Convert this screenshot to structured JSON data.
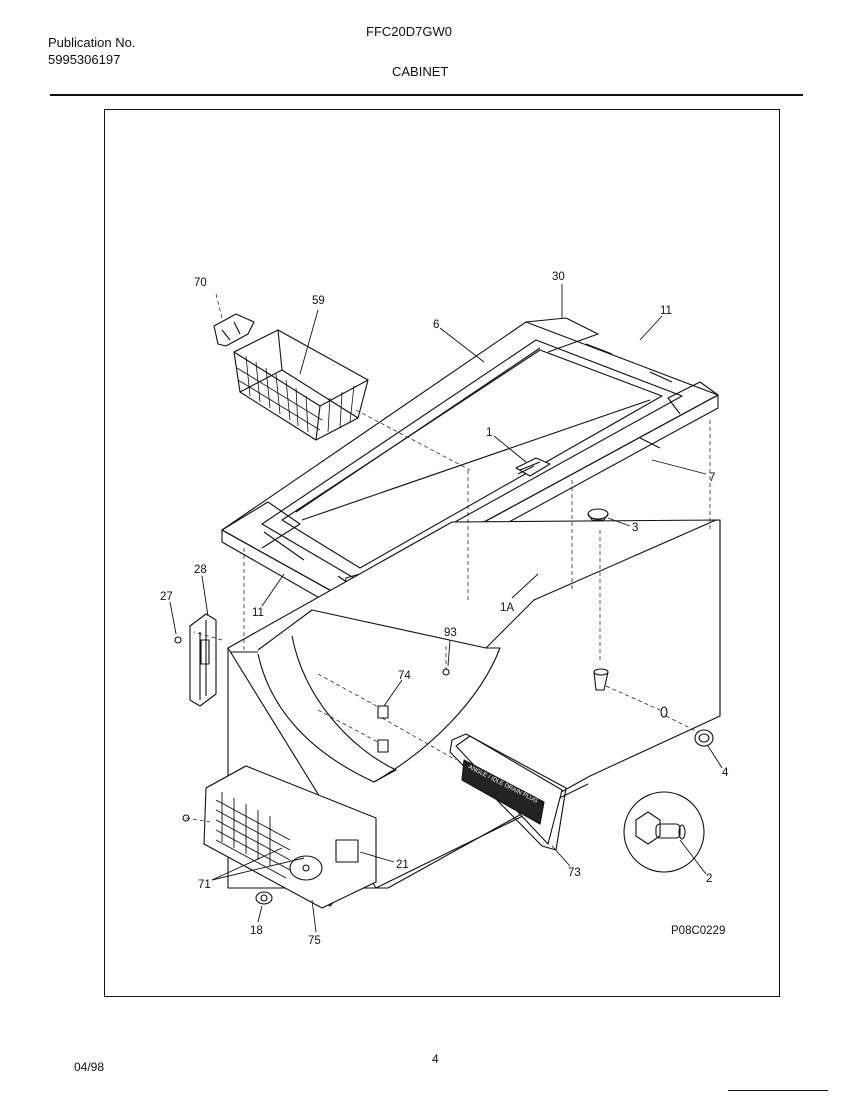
{
  "header": {
    "publication_label": "Publication No.",
    "publication_number": "5995306197",
    "model": "FFC20D7GW0",
    "section": "CABINET"
  },
  "diagram": {
    "drawing_ref": "P08C0229",
    "callouts": [
      "70",
      "59",
      "6",
      "30",
      "11",
      "1",
      "7",
      "3",
      "1A",
      "28",
      "27",
      "11",
      "93",
      "74",
      "4",
      "73",
      "2",
      "21",
      "71",
      "18",
      "75"
    ],
    "plate_label": "ANGLE / IDLE DRAIN PLUG"
  },
  "footer": {
    "date": "04/98",
    "page": "4"
  }
}
